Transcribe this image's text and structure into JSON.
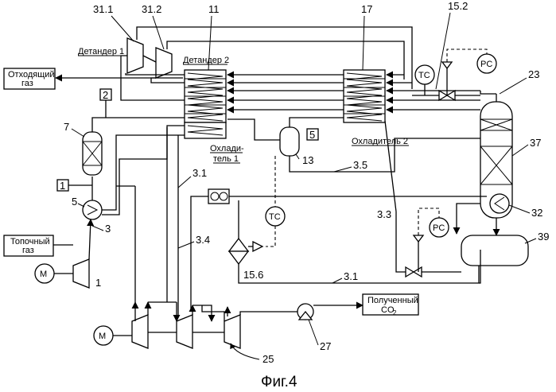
{
  "labels": {
    "expander1": "Детандер 1",
    "expander2": "Детандер 2",
    "offgas_line1": "Отходящий",
    "offgas_line2": "газ",
    "cooler1_line1": "Охлади-",
    "cooler1_line2": "тель 1",
    "cooler2": "Охладитель 2",
    "fuelgas_line1": "Топочный",
    "fuelgas_line2": "газ",
    "product_line1": "Полученный",
    "product_line2": "CO",
    "product_sub": "2",
    "motor": "M",
    "figure": "Фиг.4"
  },
  "controllers": {
    "tc": "TC",
    "pc": "PC",
    "ratio": "∞"
  },
  "numbers": {
    "n31_1": "31.1",
    "n31_2": "31.2",
    "n11": "11",
    "n17": "17",
    "n15_2": "15.2",
    "n23": "23",
    "n37": "37",
    "n32": "32",
    "n39": "39",
    "n7": "7",
    "n2": "2",
    "n5box": "5",
    "n13": "13",
    "n3_5": "3.5",
    "n1box": "1",
    "n5": "5",
    "n3_1a": "3.1",
    "n3_3": "3.3",
    "n3_4": "3.4",
    "n15_6": "15.6",
    "n3_1b": "3.1",
    "n3": "3",
    "n1": "1",
    "n25": "25",
    "n27": "27"
  }
}
